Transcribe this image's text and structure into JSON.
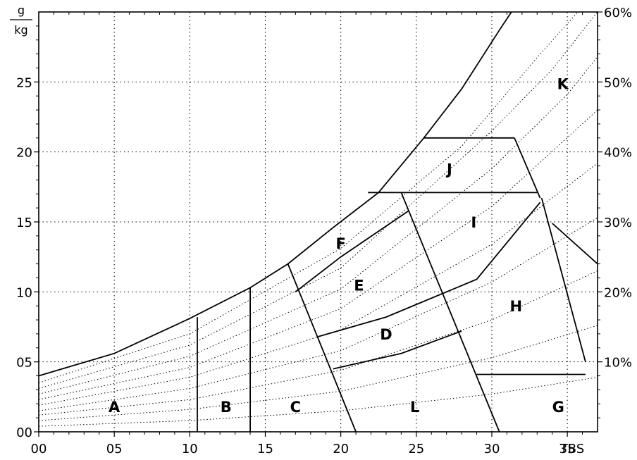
{
  "chart_data": {
    "type": "line",
    "title": "",
    "xlabel": "TBS",
    "ylabel_top": "g",
    "ylabel_bottom": "kg",
    "xlim": [
      0,
      37
    ],
    "ylim": [
      0,
      30
    ],
    "grid": true,
    "x_ticks": [
      {
        "value": 0,
        "label": "00"
      },
      {
        "value": 5,
        "label": "05"
      },
      {
        "value": 10,
        "label": "10"
      },
      {
        "value": 15,
        "label": "15"
      },
      {
        "value": 20,
        "label": "20"
      },
      {
        "value": 25,
        "label": "25"
      },
      {
        "value": 30,
        "label": "30"
      },
      {
        "value": 35,
        "label": "35"
      }
    ],
    "y_ticks": [
      {
        "value": 0,
        "label": "00"
      },
      {
        "value": 5,
        "label": "05"
      },
      {
        "value": 10,
        "label": "10"
      },
      {
        "value": 15,
        "label": "15"
      },
      {
        "value": 20,
        "label": "20"
      },
      {
        "value": 25,
        "label": "25"
      }
    ],
    "rh_ticks": [
      {
        "value": 5,
        "label": "10%"
      },
      {
        "value": 10,
        "label": "20%"
      },
      {
        "value": 15,
        "label": "30%"
      },
      {
        "value": 20,
        "label": "40%"
      },
      {
        "value": 25,
        "label": "50%"
      },
      {
        "value": 30,
        "label": "60%"
      }
    ],
    "saturation_curve": [
      [
        0,
        4
      ],
      [
        5,
        5.6
      ],
      [
        10,
        8.1
      ],
      [
        14,
        10.3
      ],
      [
        16.5,
        12
      ],
      [
        19.5,
        14.6
      ],
      [
        22.5,
        17.1
      ],
      [
        25.5,
        21
      ],
      [
        28,
        24.5
      ],
      [
        30.5,
        28.7
      ],
      [
        31.3,
        30
      ]
    ],
    "rh_curves_dotted": [
      {
        "rh": 10,
        "points": [
          [
            0,
            0.4
          ],
          [
            10,
            0.8
          ],
          [
            20,
            1.5
          ],
          [
            30,
            2.7
          ],
          [
            37,
            3.9
          ]
        ]
      },
      {
        "rh": 20,
        "points": [
          [
            0,
            0.8
          ],
          [
            10,
            1.6
          ],
          [
            20,
            2.9
          ],
          [
            30,
            5.3
          ],
          [
            37,
            7.6
          ]
        ]
      },
      {
        "rh": 30,
        "points": [
          [
            0,
            1.2
          ],
          [
            10,
            2.3
          ],
          [
            20,
            4.4
          ],
          [
            30,
            8
          ],
          [
            37,
            11.5
          ]
        ]
      },
      {
        "rh": 40,
        "points": [
          [
            0,
            1.5
          ],
          [
            10,
            3.1
          ],
          [
            20,
            5.8
          ],
          [
            30,
            10.7
          ],
          [
            37,
            15.3
          ]
        ]
      },
      {
        "rh": 50,
        "points": [
          [
            0,
            1.9
          ],
          [
            10,
            3.9
          ],
          [
            20,
            7.3
          ],
          [
            30,
            13.4
          ],
          [
            37,
            19.2
          ]
        ]
      },
      {
        "rh": 60,
        "points": [
          [
            0,
            2.3
          ],
          [
            10,
            4.6
          ],
          [
            20,
            8.8
          ],
          [
            30,
            16.1
          ],
          [
            37,
            23
          ]
        ]
      },
      {
        "rh": 70,
        "points": [
          [
            0,
            2.7
          ],
          [
            10,
            5.4
          ],
          [
            20,
            10.2
          ],
          [
            30,
            18.8
          ],
          [
            35,
            24.1
          ],
          [
            37,
            26.8
          ]
        ]
      },
      {
        "rh": 80,
        "points": [
          [
            0,
            3.1
          ],
          [
            10,
            6.2
          ],
          [
            20,
            11.7
          ],
          [
            30,
            21.5
          ],
          [
            34,
            25.9
          ],
          [
            37,
            30
          ]
        ]
      },
      {
        "rh": 90,
        "points": [
          [
            0,
            3.5
          ],
          [
            10,
            7
          ],
          [
            20,
            13.1
          ],
          [
            28,
            20.4
          ],
          [
            33.2,
            27
          ],
          [
            35.7,
            30
          ]
        ]
      }
    ],
    "zone_boundaries": [
      {
        "id": "AB",
        "points": [
          [
            10.5,
            0
          ],
          [
            10.5,
            8.2
          ]
        ]
      },
      {
        "id": "BC",
        "points": [
          [
            14,
            0
          ],
          [
            14,
            10.3
          ]
        ]
      },
      {
        "id": "CL",
        "points": [
          [
            16.5,
            12
          ],
          [
            21,
            0
          ]
        ]
      },
      {
        "id": "ED_upper_rh",
        "points": [
          [
            17,
            10
          ],
          [
            20,
            12.5
          ],
          [
            24.5,
            15.8
          ]
        ]
      },
      {
        "id": "DE",
        "points": [
          [
            18.5,
            6.8
          ],
          [
            23,
            8.2
          ],
          [
            29,
            10.9
          ],
          [
            33.2,
            16.4
          ]
        ]
      },
      {
        "id": "Dlower",
        "points": [
          [
            19.5,
            4.5
          ],
          [
            24,
            5.6
          ],
          [
            28,
            7.2
          ]
        ]
      },
      {
        "id": "IJ_floor",
        "points": [
          [
            21.8,
            17.1
          ],
          [
            33,
            17.1
          ]
        ]
      },
      {
        "id": "JK_floor",
        "points": [
          [
            25.5,
            21
          ],
          [
            31.5,
            21
          ]
        ]
      },
      {
        "id": "J_right",
        "points": [
          [
            31.5,
            21
          ],
          [
            33.2,
            16.7
          ]
        ]
      },
      {
        "id": "LI_diag",
        "points": [
          [
            24,
            17.1
          ],
          [
            30.5,
            0
          ]
        ]
      },
      {
        "id": "HG_diag",
        "points": [
          [
            33.3,
            16.7
          ],
          [
            36.2,
            5
          ]
        ]
      },
      {
        "id": "G_top",
        "points": [
          [
            29,
            4.1
          ],
          [
            36.2,
            4.1
          ]
        ]
      },
      {
        "id": "K_branch",
        "points": [
          [
            34,
            14.9
          ],
          [
            37,
            12
          ]
        ]
      }
    ],
    "zones": [
      {
        "label": "A",
        "x": 5,
        "y": 1.8
      },
      {
        "label": "B",
        "x": 12.4,
        "y": 1.8
      },
      {
        "label": "C",
        "x": 17,
        "y": 1.8
      },
      {
        "label": "D",
        "x": 23,
        "y": 7
      },
      {
        "label": "E",
        "x": 21.2,
        "y": 10.5
      },
      {
        "label": "F",
        "x": 20,
        "y": 13.5
      },
      {
        "label": "G",
        "x": 34.4,
        "y": 1.8
      },
      {
        "label": "H",
        "x": 31.6,
        "y": 9
      },
      {
        "label": "I",
        "x": 28.8,
        "y": 15
      },
      {
        "label": "J",
        "x": 27.2,
        "y": 18.8
      },
      {
        "label": "K",
        "x": 34.7,
        "y": 24.9
      },
      {
        "label": "L",
        "x": 24.9,
        "y": 1.8
      }
    ]
  }
}
